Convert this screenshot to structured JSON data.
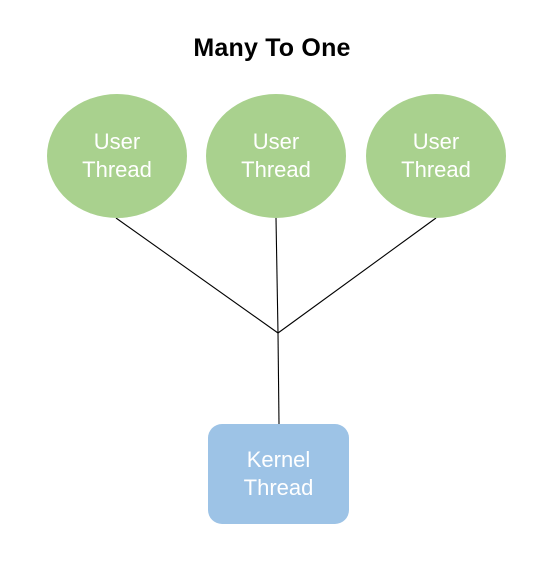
{
  "diagram": {
    "title": "Many To One",
    "user_threads": [
      {
        "line1": "User",
        "line2": "Thread"
      },
      {
        "line1": "User",
        "line2": "Thread"
      },
      {
        "line1": "User",
        "line2": "Thread"
      }
    ],
    "kernel_thread": {
      "line1": "Kernel",
      "line2": "Thread"
    }
  },
  "colors": {
    "user_thread_fill": "#a9d18e",
    "kernel_thread_fill": "#9dc3e6",
    "connector": "#000000",
    "label_text": "#ffffff"
  }
}
